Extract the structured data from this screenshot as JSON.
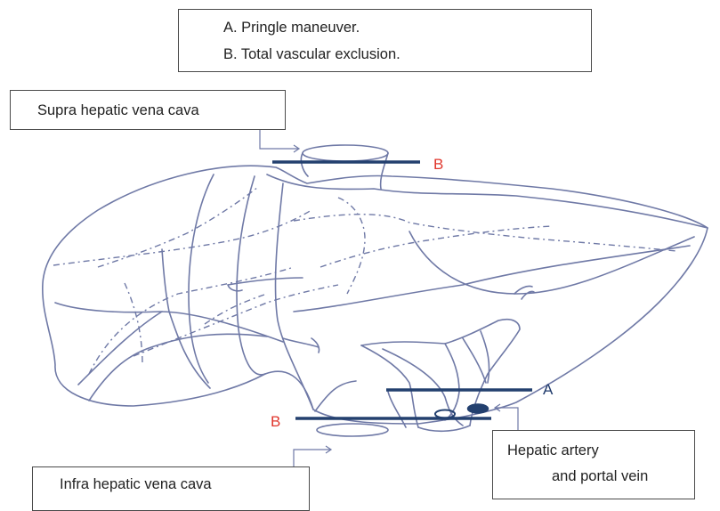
{
  "legend": {
    "line_a": "A.  Pringle maneuver.",
    "line_b": "B.  Total vascular exclusion."
  },
  "labels": {
    "supra": "Supra hepatic vena cava",
    "infra": "Infra hepatic vena cava",
    "hepatic_line1": "Hepatic artery",
    "hepatic_line2": "and portal vein",
    "clamp_b_top": "B",
    "clamp_b_bottom": "B",
    "clamp_a": "A"
  },
  "colors": {
    "outline": "#6f79a6",
    "clamp": "#23406f",
    "label_b": "#e0362c",
    "label_a": "#1f3a6b",
    "box_border": "#4a4a4a"
  }
}
